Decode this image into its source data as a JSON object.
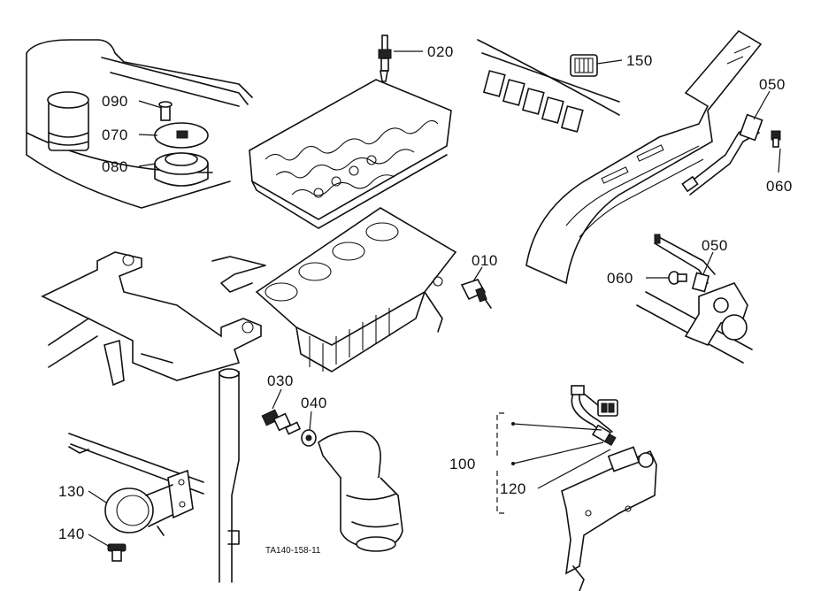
{
  "callouts": {
    "c020": "020",
    "c150": "150",
    "c090": "090",
    "c070": "070",
    "c080": "080",
    "c050a": "050",
    "c060a": "060",
    "c010": "010",
    "c050b": "050",
    "c060b": "060",
    "c030": "030",
    "c040": "040",
    "c100": "100",
    "c120": "120",
    "c130": "130",
    "c140": "140"
  },
  "figure_code": "TA140-158-11"
}
